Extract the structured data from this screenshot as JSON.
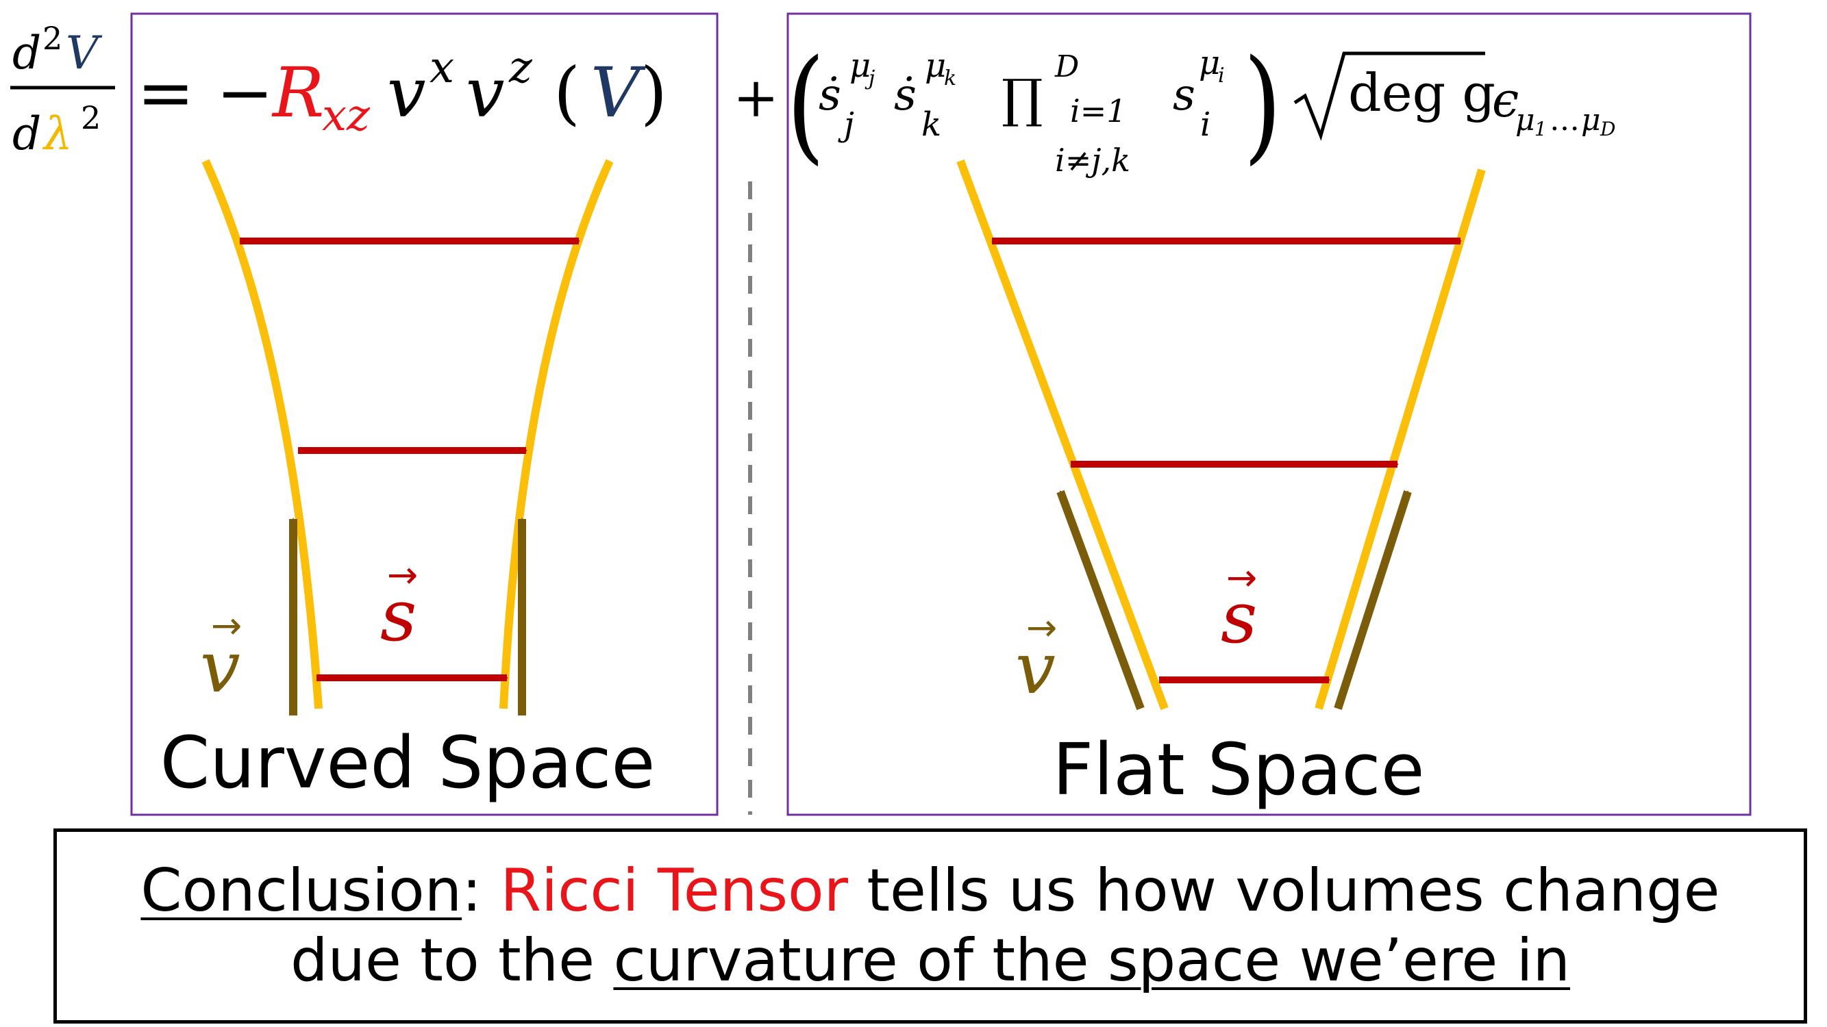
{
  "equation": {
    "lhs_num_d": "d",
    "lhs_num_exp": "2",
    "lhs_num_V": "V",
    "lhs_den_d": "d",
    "lhs_den_lambda": "λ",
    "lhs_den_exp": "2",
    "equals": "= −",
    "R": "R",
    "R_sub": "xz",
    "v1": "v",
    "v1_sup": "x",
    "v2": "v",
    "v2_sup": "z",
    "open_paren": "(",
    "V": "V",
    "close_paren": ")",
    "plus": "+",
    "big_open": "(",
    "sj": "ṡ",
    "sj_sup": "μ",
    "sj_sup_sub": "j",
    "sj_sub": "j",
    "sk": "ṡ",
    "sk_sup": "μ",
    "sk_sup_sub": "k",
    "sk_sub": "k",
    "prod": "∏",
    "prod_sup": "D",
    "prod_sub1": "i=1",
    "prod_sub2": "i≠j,k",
    "si": "s",
    "si_sup": "μ",
    "si_sup_sub": "i",
    "si_sub": "i",
    "big_close": ")",
    "sqrt_content": "deg g",
    "epsilon": "ϵ",
    "epsilon_sub": "μ",
    "epsilon_sub_1": "1",
    "epsilon_dots": "…",
    "epsilon_sub_2": "μ",
    "epsilon_sub_D": "D"
  },
  "curved_panel": {
    "title": "Curved Space",
    "v_label": "v",
    "s_label": "s",
    "vector_arrow": "→"
  },
  "flat_panel": {
    "title": "Flat Space",
    "v_label": "v",
    "s_label": "s",
    "vector_arrow": "→"
  },
  "conclusion": {
    "prefix": "Conclusion",
    "colon": ": ",
    "highlight": "Ricci Tensor",
    "rest_line1": " tells us how volumes change",
    "line2_plain": "due to the ",
    "line2_underlined": "curvature of the space we’ere in"
  },
  "colors": {
    "geodesic": "#fbbf0a",
    "separation_arrow": "#c00000",
    "velocity_arrow": "#7a5c0a",
    "panel_border": "#7030a0",
    "dashed_divider": "#808080",
    "ricci_red": "#e8161a",
    "V_blue": "#1f3864",
    "lambda_yellow": "#f5b800"
  }
}
